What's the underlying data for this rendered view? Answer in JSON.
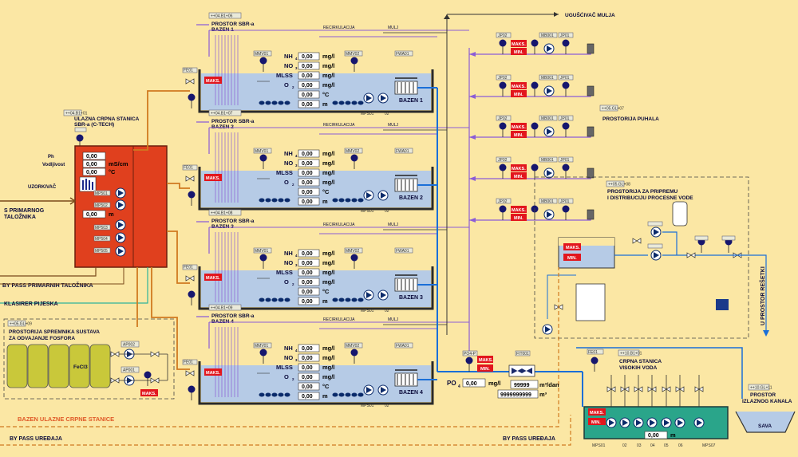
{
  "labels": {
    "ugusc": "UGUŠĆIVAČ MULJA",
    "puhala": "PROSTORIJA PUHALA",
    "puhala_tag": "++05.GL+07",
    "inlet_tag": "++04.B1+01",
    "inlet_title1": "ULAZNA CRPNA STANICA",
    "inlet_title2": "SBR-a (C-TECH)",
    "ph_label": "Ph",
    "vodlj_label": "Vodljivost",
    "uzork": "UZORKIVAČ",
    "s_prim1": "S PRIMARNOG",
    "s_prim2": "TALOŽNIKA",
    "bypass_prim": "BY PASS PRIMARNIH TALOŽNIKA",
    "klasirer": "KLASIRER PIJESKA",
    "fosfor_tag": "++05.GL+09",
    "fosfor1": "PROSTORIJA SPREMNIKA SUSTAVA",
    "fosfor2": "ZA ODVAJANJE FOSFORA",
    "fecl3": "FeCl3",
    "ap002": "AP002",
    "ap001": "AP001",
    "bazen_ulazne": "BAZEN ULAZNE CRPNE STANICE",
    "bypass_ured": "BY PASS UREĐAJA",
    "bypass_ured2": "BY PASS UREĐAJA",
    "proc_tag": "++05.GL+08",
    "proc1": "PROSTORIJA ZA PRIPREMU",
    "proc2": "I DISTRIBUCIJU PROCESNE VODE",
    "u_prostor": "U PROSTOR REŠETKI",
    "crpna_tag": "++10.B1+01",
    "crpna1": "CRPNA STANICA",
    "crpna2": "VISOKIH VODA",
    "izlaz_tag": "++10.GL+11",
    "izlaz1": "PROSTOR",
    "izlaz2": "IZLAZNOG KANALA",
    "sava": "SAVA",
    "po4_label": "PO",
    "po4_unit": "mg/l",
    "fit_tag": "FIT001",
    "po4_tag": "PO4-P",
    "flow_unit": "m³/dan",
    "vol_unit": "m³",
    "maks": "MAKS.",
    "min": "MIN."
  },
  "inlet": {
    "ph": "0,00",
    "vodlj": "0,00",
    "vodlj_unit": "mS/cm",
    "temp": "0,00",
    "temp_unit": "°C",
    "level": "0,00",
    "level_unit": "m",
    "pumps": [
      "MP501",
      "MP502",
      "MP503",
      "MP504",
      "MP505"
    ]
  },
  "basins": [
    {
      "tag": "++04.B1+06",
      "t1": "PROSTOR SBR-a",
      "t2": "BAZEN 1",
      "name": "BAZEN 1",
      "nh4": "0,00",
      "no3": "0,00",
      "mlss": "0,00",
      "o2": "0,00",
      "temp": "0,00",
      "level": "0,00",
      "recirk": "RECIRKULACIJA",
      "mulj": "MULJ"
    },
    {
      "tag": "++04.B1+07",
      "t1": "PROSTOR SBR-a",
      "t2": "BAZEN 2",
      "name": "BAZEN 2",
      "nh4": "0,00",
      "no3": "0,00",
      "mlss": "0,00",
      "o2": "0,00",
      "temp": "0,00",
      "level": "0,00",
      "recirk": "RECIRKULACIJA",
      "mulj": "MULJ"
    },
    {
      "tag": "++04.B1+08",
      "t1": "PROSTOR SBR-a",
      "t2": "BAZEN 3",
      "name": "BAZEN 3",
      "nh4": "0,00",
      "no3": "0,00",
      "mlss": "0,00",
      "o2": "0,00",
      "temp": "0,00",
      "level": "0,00",
      "recirk": "RECIRKULACIJA",
      "mulj": "MULJ"
    },
    {
      "tag": "++04.B1+09",
      "t1": "PROSTOR SBR-a",
      "t2": "BAZEN 4",
      "name": "BAZEN 4",
      "nh4": "0,00",
      "no3": "0,00",
      "mlss": "0,00",
      "o2": "0,00",
      "temp": "0,00",
      "level": "0,00",
      "recirk": "RECIRKULACIJA",
      "mulj": "MULJ"
    }
  ],
  "basin_units": {
    "nh4": "mg/l",
    "no3": "mg/l",
    "mlss": "mg/l",
    "o2": "mg/l",
    "temp": "°C",
    "level": "m"
  },
  "basin_labels": {
    "nh4": "NH",
    "no3": "NO",
    "mlss": "MLSS",
    "o2": "O",
    "mmv": "MMV01",
    "mm02": "MMV02",
    "fwa": "FWA01",
    "mps": "MPS01",
    "p02": "02",
    "fe": "FE01"
  },
  "blowers": [
    {
      "jp": "JP02",
      "mb": "MB001",
      "jp2": "JP01"
    },
    {
      "jp": "JP02",
      "mb": "MB001",
      "jp2": "JP01"
    },
    {
      "jp": "JP02",
      "mb": "MB001",
      "jp2": "JP01"
    },
    {
      "jp": "JP02",
      "mb": "MB001",
      "jp2": "JP01"
    },
    {
      "jp": "JP02",
      "mb": "MB001",
      "jp2": "JP01"
    }
  ],
  "outlet": {
    "po4": "0,00",
    "flow": "99999",
    "volume": "9999999999",
    "level": "0,00",
    "fe": "FE01",
    "pumps": [
      "MPS01",
      "02",
      "03",
      "04",
      "05",
      "06",
      "MPS07"
    ]
  },
  "colors": {
    "bg": "#fbe7a4",
    "water": "#b6cbe6",
    "pipe_purple": "#8b5cd6",
    "pipe_blue": "#1a6fd8",
    "pipe_orange": "#d07a20",
    "inlet_red": "#e0401e",
    "alarm": "#e2161d"
  }
}
